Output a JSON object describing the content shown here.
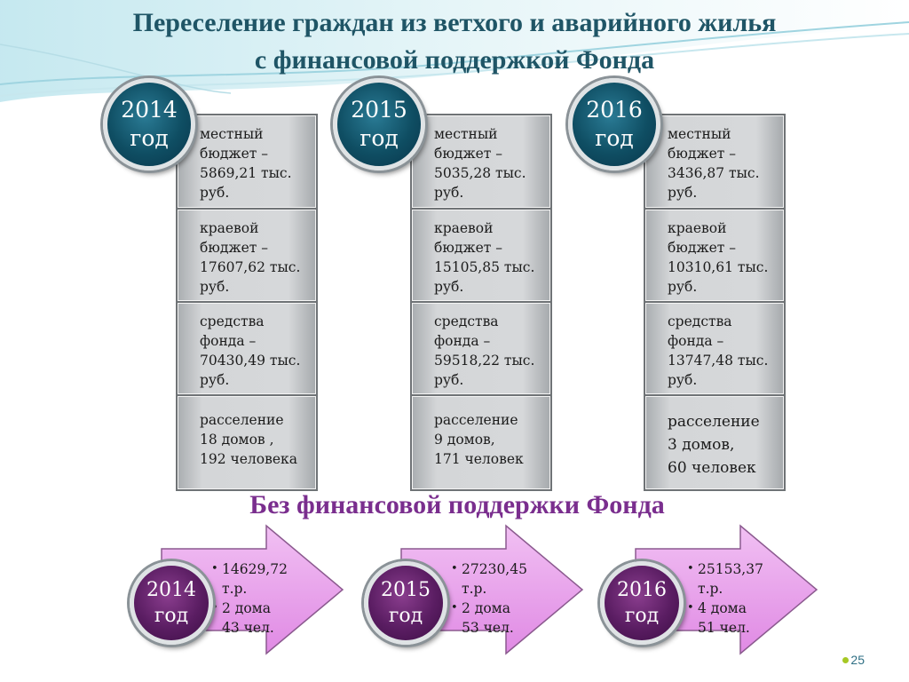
{
  "title": {
    "line1": "Переселение граждан из ветхого и аварийного жилья",
    "line2": "с финансовой поддержкой Фонда"
  },
  "with_support": [
    {
      "year": "2014\nгод",
      "cells": [
        "местный\nбюджет –\n5869,21 тыс.\nруб.",
        "краевой\nбюджет –\n17607,62 тыс.\nруб.",
        "средства\nфонда –\n70430,49 тыс.\nруб.",
        "расселение\n18 домов ,\n192 человека"
      ]
    },
    {
      "year": "2015\nгод",
      "cells": [
        "местный\nбюджет –\n5035,28 тыс.\nруб.",
        "краевой\nбюджет –\n15105,85 тыс.\nруб.",
        "средства\nфонда –\n59518,22 тыс.\nруб.",
        "расселение\n9 домов,\n171 человек"
      ]
    },
    {
      "year": "2016\nгод",
      "cells": [
        "местный\nбюджет –\n3436,87 тыс.\nруб.",
        "краевой\nбюджет –\n10310,61 тыс.\nруб.",
        "средства\nфонда –\n13747,48 тыс.\nруб.",
        "расселение\n3 домов,\n60 человек"
      ]
    }
  ],
  "without_support_title": "Без финансовой поддержки Фонда",
  "without_support": [
    {
      "year": "2014\nгод",
      "items": [
        "14629,72\nт.р.",
        "2 дома\n43 чел."
      ]
    },
    {
      "year": "2015\nгод",
      "items": [
        "27230,45\nт.р.",
        "2 дома\n53 чел."
      ]
    },
    {
      "year": "2016\nгод",
      "items": [
        "25153,37\nт.р.",
        "4 дома\n51 чел."
      ]
    }
  ],
  "page_number": "25",
  "colors": {
    "title": "#1f5566",
    "subtitle": "#7a2e8e",
    "top_circle": "#0f4e63",
    "bottom_circle": "#5a1d62",
    "arrow_fill": "#e9a6ec",
    "cell_fill": "#d4d6d8",
    "accent_dot": "#a6c824"
  }
}
